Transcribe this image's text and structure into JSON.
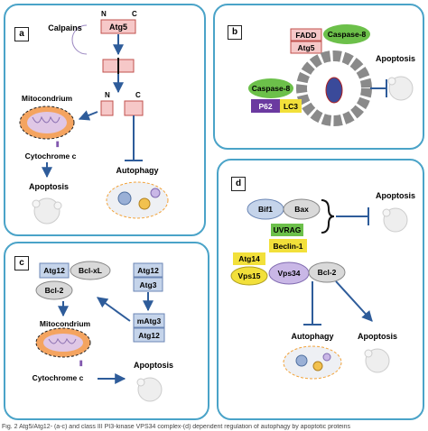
{
  "panel_a": {
    "label": "a",
    "calpains": "Calpains",
    "atg5": "Atg5",
    "n": "N",
    "c": "C",
    "n2": "N",
    "c2": "C",
    "mitochondrion": "Mitocondrium",
    "cytochrome": "Cytochrome c",
    "apoptosis": "Apoptosis",
    "autophagy": "Autophagy"
  },
  "panel_b": {
    "label": "b",
    "fadd": "FADD",
    "atg5": "Atg5",
    "caspase8_top": "Caspase-8",
    "caspase8_left": "Caspase-8",
    "p62": "P62",
    "lc3": "LC3",
    "apoptosis": "Apoptosis"
  },
  "panel_c": {
    "label": "c",
    "atg12_a": "Atg12",
    "bclxl": "Bcl-xL",
    "bcl2": "Bcl-2",
    "atg12_b": "Atg12",
    "atg3": "Atg3",
    "matg3": "mAtg3",
    "atg12_c": "Atg12",
    "mitochondrion": "Mitocondrium",
    "cytochrome": "Cytochrome c",
    "apoptosis": "Apoptosis"
  },
  "panel_d": {
    "label": "d",
    "bif1": "Bif1",
    "bax": "Bax",
    "uvrag": "UVRAG",
    "beclin1": "Beclin-1",
    "atg14": "Atg14",
    "vps15": "Vps15",
    "vps34": "Vps34",
    "bcl2": "Bcl-2",
    "apoptosis_top": "Apoptosis",
    "autophagy": "Autophagy",
    "apoptosis_bottom": "Apoptosis"
  },
  "caption": "Fig. 2  Atg5/Atg12- (a-c) and class III PI3-kinase VPS34 complex-(d) dependent regulation of autophagy by apoptotic proteins",
  "colors": {
    "panel_border": "#4aa3c8",
    "pink_box": "#f6c8c8",
    "pink_border": "#c0504d",
    "lilac": "#c9b7e6",
    "green": "#6cc04a",
    "purple": "#6b3aa0",
    "yellow": "#f2e03a",
    "blue_grey": "#c5d4ea",
    "grey_box": "#d9d9d9",
    "arrow": "#2e5c9a",
    "mito_orange": "#f4a460"
  }
}
